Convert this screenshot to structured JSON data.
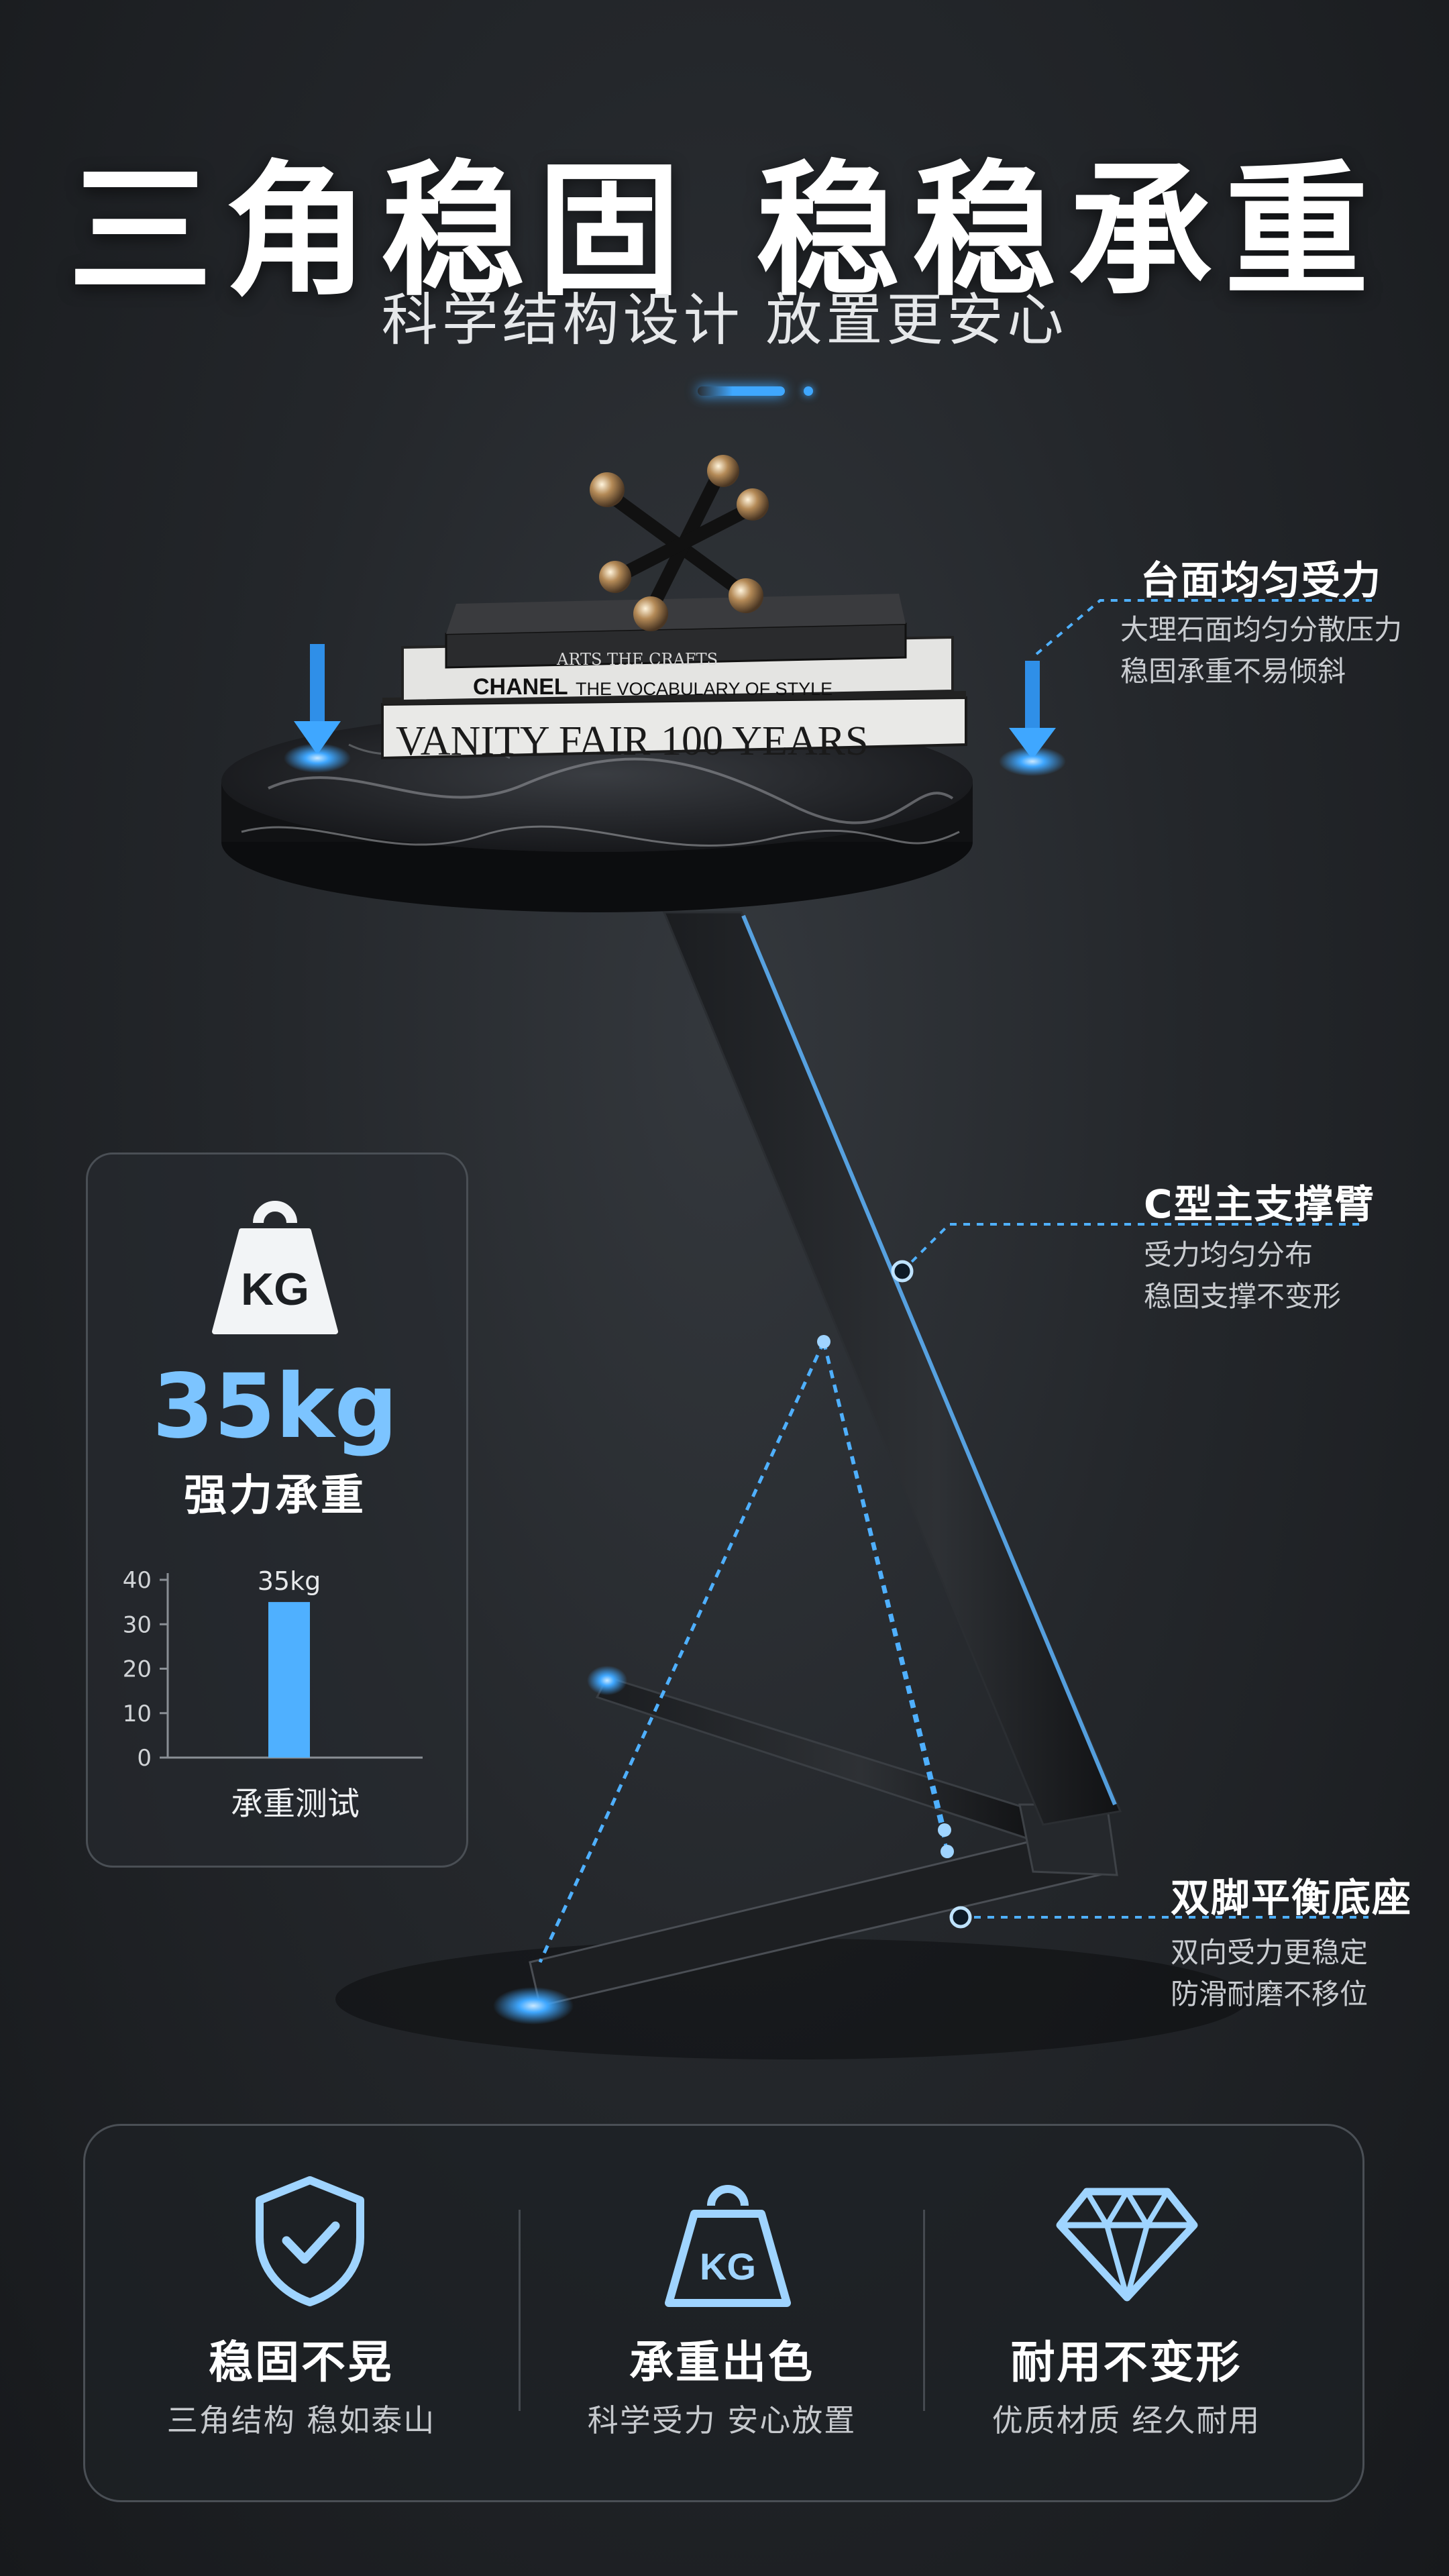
{
  "header": {
    "title": "三角稳固 稳稳承重",
    "subtitle": "科学结构设计 放置更安心"
  },
  "books": {
    "book1": "ARTS THE CRAFTS",
    "book2_brand": "CHANEL",
    "book2_title": "THE VOCABULARY OF STYLE",
    "book3": "VANITY FAIR 100 YEARS"
  },
  "callouts": {
    "top": {
      "title": "台面均匀受力",
      "line1": "大理石面均匀分散压力",
      "line2": "稳固承重不易倾斜"
    },
    "arm": {
      "title": "C型主支撑臂",
      "line1": "受力均匀分布",
      "line2": "稳固支撑不变形"
    },
    "base": {
      "title": "双脚平衡底座",
      "line1": "双向受力更稳定",
      "line2": "防滑耐磨不移位"
    }
  },
  "load_panel": {
    "icon_text": "KG",
    "value": "35kg",
    "label": "强力承重",
    "chart_title": "承重测试"
  },
  "chart_data": {
    "type": "bar",
    "categories": [
      ""
    ],
    "values": [
      35
    ],
    "data_labels": [
      "35kg"
    ],
    "xlabel": "承重测试",
    "ylabel": "",
    "ylim": [
      0,
      40
    ],
    "yticks": [
      0,
      10,
      20,
      30,
      40
    ],
    "bar_color": "#4fb0ff"
  },
  "features": [
    {
      "icon": "shield-check-icon",
      "title": "稳固不晃",
      "text": "三角结构 稳如泰山"
    },
    {
      "icon": "kg-weight-icon",
      "icon_text": "KG",
      "title": "承重出色",
      "text": "科学受力 安心放置"
    },
    {
      "icon": "diamond-icon",
      "title": "耐用不变形",
      "text": "优质材质 经久耐用"
    }
  ],
  "colors": {
    "accent": "#3fa7ff",
    "background": "#24272b",
    "panel_border": "#4a4f55"
  }
}
